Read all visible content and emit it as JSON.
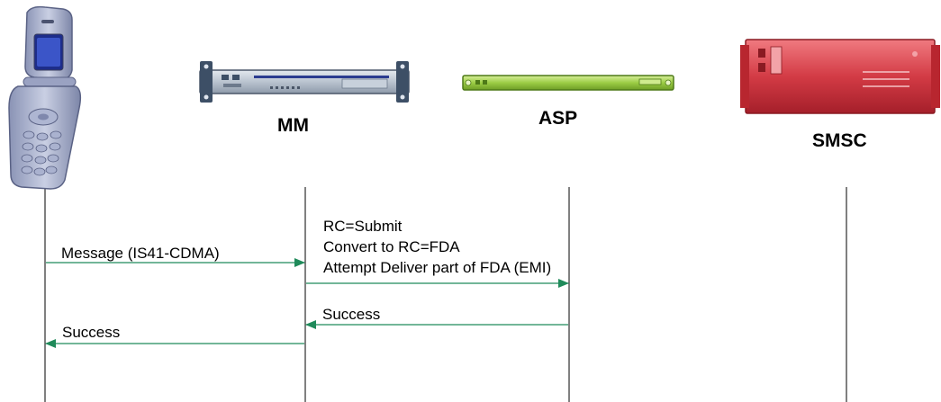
{
  "colors": {
    "lifeline": "#000000",
    "arrow": "#1f8a5a",
    "mm_server": "#3d4f66",
    "asp_server": "#8fc23a",
    "smsc_server": "#c8303a"
  },
  "entities": {
    "phone": {
      "label": "",
      "icon": "flip-phone-icon"
    },
    "mm": {
      "label": "MM",
      "icon": "rack-server-icon"
    },
    "asp": {
      "label": "ASP",
      "icon": "thin-rack-server-icon"
    },
    "smsc": {
      "label": "SMSC",
      "icon": "red-server-icon"
    }
  },
  "messages": {
    "m1": {
      "label": "Message (IS41-CDMA)",
      "from": "phone",
      "to": "mm"
    },
    "m2": {
      "lines": [
        "RC=Submit",
        "Convert to RC=FDA",
        "Attempt Deliver part of FDA (EMI)"
      ],
      "from": "mm",
      "to": "asp"
    },
    "m3": {
      "label": "Success",
      "from": "asp",
      "to": "mm"
    },
    "m4": {
      "label": "Success",
      "from": "mm",
      "to": "phone"
    }
  }
}
